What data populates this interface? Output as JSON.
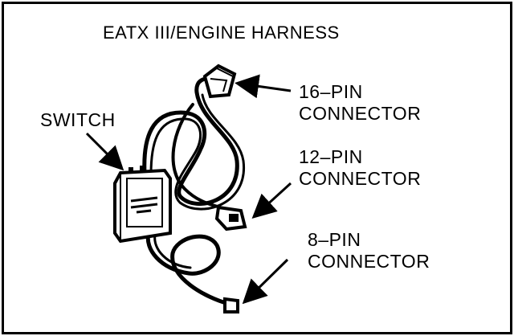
{
  "title": "EATX III/ENGINE HARNESS",
  "labels": {
    "switch": "SWITCH",
    "pin16_line1": "16–PIN",
    "pin16_line2": "CONNECTOR",
    "pin12_line1": "12–PIN",
    "pin12_line2": "CONNECTOR",
    "pin8_line1": "8–PIN",
    "pin8_line2": "CONNECTOR"
  }
}
